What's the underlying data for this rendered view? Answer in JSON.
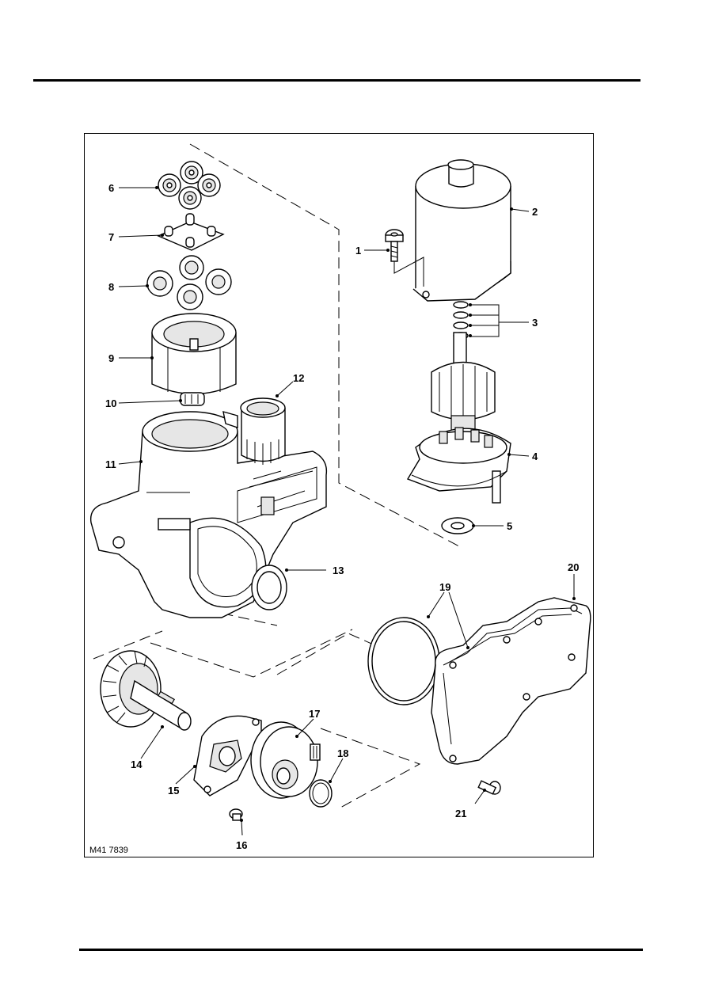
{
  "callouts": {
    "c1": "1",
    "c2": "2",
    "c3": "3",
    "c4": "4",
    "c5": "5",
    "c6": "6",
    "c7": "7",
    "c8": "8",
    "c9": "9",
    "c10": "10",
    "c11": "11",
    "c12": "12",
    "c13": "13",
    "c14": "14",
    "c15": "15",
    "c16": "16",
    "c17": "17",
    "c18": "18",
    "c19": "19",
    "c20": "20",
    "c21": "21"
  },
  "figure_ref": "M41 7839"
}
